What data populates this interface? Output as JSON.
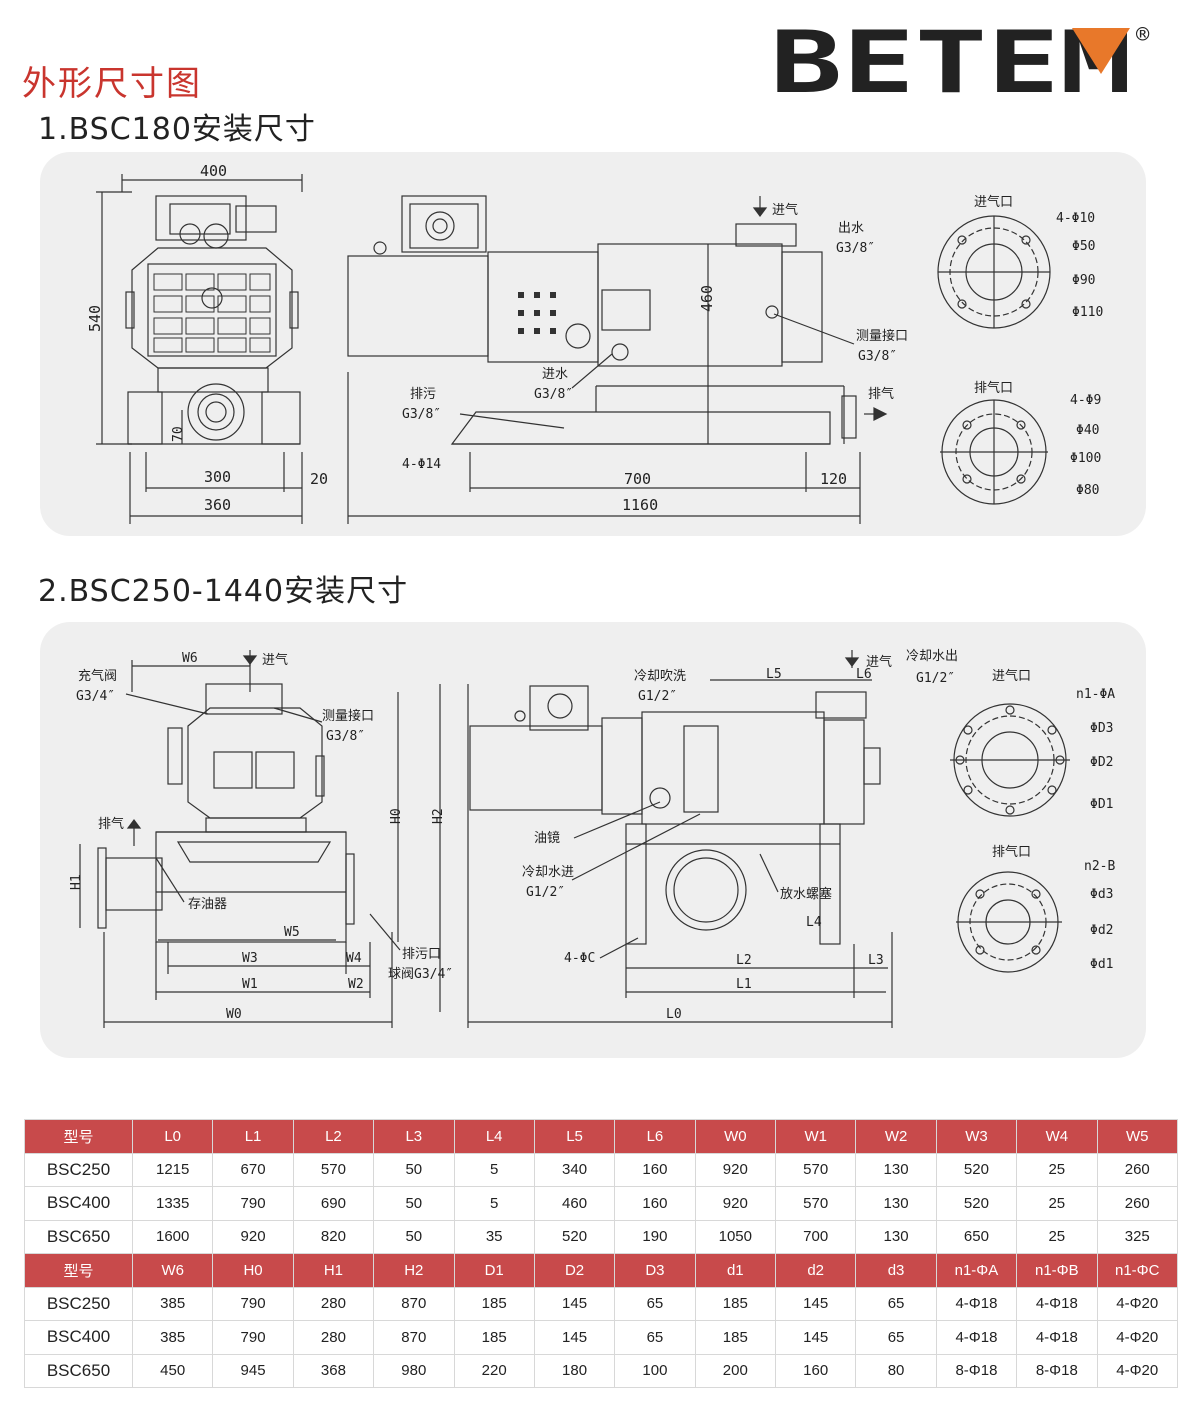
{
  "page_title": "外形尺寸图",
  "brand": {
    "name": "BETEM",
    "mark": "®",
    "colors": {
      "text": "#2a3583",
      "accent": "#e8782a"
    }
  },
  "section1": {
    "title": "1.BSC180安装尺寸",
    "front": {
      "w400": "400",
      "h540": "540",
      "h70": "70",
      "w300": "300",
      "w20": "20",
      "w360": "360"
    },
    "side": {
      "inlet": "进气",
      "water_out": "出水",
      "water_out_g": "G3/8″",
      "h460": "460",
      "water_in": "进水",
      "water_in_g": "G3/8″",
      "drain": "排污",
      "drain_g": "G3/8″",
      "holes": "4-Φ14",
      "measure": "测量接口",
      "measure_g": "G3/8″",
      "exhaust": "排气",
      "d700": "700",
      "d120": "120",
      "d1160": "1160"
    },
    "flange_in": {
      "title": "进气口",
      "holes": "4-Φ10",
      "d1": "Φ50",
      "d2": "Φ90",
      "d3": "Φ110"
    },
    "flange_out": {
      "title": "排气口",
      "holes": "4-Φ9",
      "d1": "Φ40",
      "d2": "Φ100",
      "d3": "Φ80"
    }
  },
  "section2": {
    "title": "2.BSC250-1440安装尺寸",
    "front": {
      "w6": "W6",
      "inlet": "进气",
      "fill_valve": "充气阀",
      "fill_g": "G3/4″",
      "measure": "测量接口",
      "measure_g": "G3/8″",
      "exhaust": "排气",
      "h1": "H1",
      "h0": "H0",
      "oil": "存油器",
      "w5": "W5",
      "w3": "W3",
      "w4": "W4",
      "w1": "W1",
      "w2": "W2",
      "w0": "W0",
      "drain": "排污口",
      "drain_valve": "球阀G3/4″"
    },
    "side": {
      "cool_purge": "冷却吹洗",
      "cool_purge_g": "G1/2″",
      "l5": "L5",
      "inlet": "进气",
      "l6": "L6",
      "cool_out": "冷却水出",
      "cool_out_g": "G1/2″",
      "h2": "H2",
      "sight": "油镜",
      "cool_in": "冷却水进",
      "cool_in_g": "G1/2″",
      "plug": "放水螺塞",
      "holes": "4-ΦC",
      "l4": "L4",
      "l2": "L2",
      "l3": "L3",
      "l1": "L1",
      "l0": "L0"
    },
    "flange_in": {
      "title": "进气口",
      "holes": "n1-ΦA",
      "d3": "ΦD3",
      "d2": "ΦD2",
      "d1": "ΦD1"
    },
    "flange_out": {
      "title": "排气口",
      "holes": "n2-B",
      "d3": "Φd3",
      "d2": "Φd2",
      "d1": "Φd1"
    }
  },
  "table": {
    "header1": [
      "型号",
      "L0",
      "L1",
      "L2",
      "L3",
      "L4",
      "L5",
      "L6",
      "W0",
      "W1",
      "W2",
      "W3",
      "W4",
      "W5"
    ],
    "rows1": [
      [
        "BSC250",
        "1215",
        "670",
        "570",
        "50",
        "5",
        "340",
        "160",
        "920",
        "570",
        "130",
        "520",
        "25",
        "260"
      ],
      [
        "BSC400",
        "1335",
        "790",
        "690",
        "50",
        "5",
        "460",
        "160",
        "920",
        "570",
        "130",
        "520",
        "25",
        "260"
      ],
      [
        "BSC650",
        "1600",
        "920",
        "820",
        "50",
        "35",
        "520",
        "190",
        "1050",
        "700",
        "130",
        "650",
        "25",
        "325"
      ]
    ],
    "header2": [
      "型号",
      "W6",
      "H0",
      "H1",
      "H2",
      "D1",
      "D2",
      "D3",
      "d1",
      "d2",
      "d3",
      "n1-ΦA",
      "n1-ΦB",
      "n1-ΦC"
    ],
    "rows2": [
      [
        "BSC250",
        "385",
        "790",
        "280",
        "870",
        "185",
        "145",
        "65",
        "185",
        "145",
        "65",
        "4-Φ18",
        "4-Φ18",
        "4-Φ20"
      ],
      [
        "BSC400",
        "385",
        "790",
        "280",
        "870",
        "185",
        "145",
        "65",
        "185",
        "145",
        "65",
        "4-Φ18",
        "4-Φ18",
        "4-Φ20"
      ],
      [
        "BSC650",
        "450",
        "945",
        "368",
        "980",
        "220",
        "180",
        "100",
        "200",
        "160",
        "80",
        "8-Φ18",
        "8-Φ18",
        "4-Φ20"
      ]
    ]
  }
}
